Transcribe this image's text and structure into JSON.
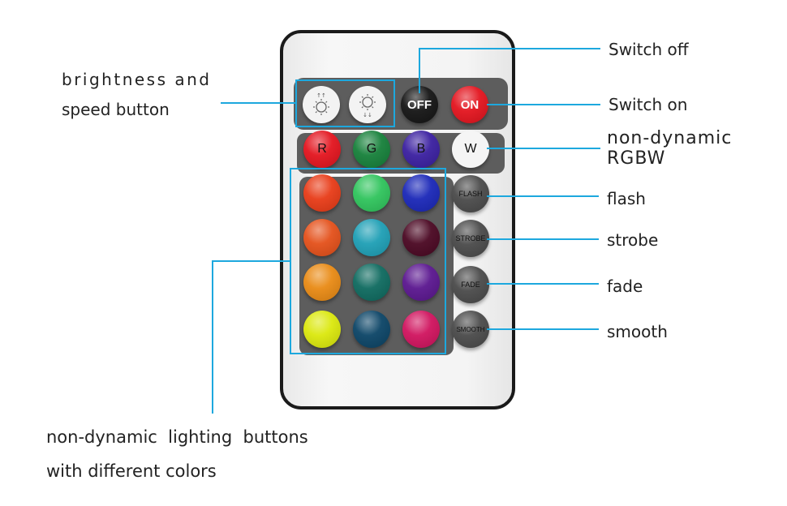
{
  "annotations": {
    "brightness_line1": "brightness and",
    "brightness_line2": "speed button",
    "switch_off": "Switch off",
    "switch_on": "Switch on",
    "rgbw_line1": "non-dynamic",
    "rgbw_line2": "RGBW",
    "flash": "flash",
    "strobe": "strobe",
    "fade": "fade",
    "smooth": "smooth",
    "lighting_line1": "non-dynamic  lighting  buttons",
    "lighting_line2": "with different colors"
  },
  "remote": {
    "power": {
      "off_label": "OFF",
      "on_label": "ON"
    },
    "rgbw": [
      {
        "label": "R",
        "color": "#e3141e"
      },
      {
        "label": "G",
        "color": "#16803a"
      },
      {
        "label": "B",
        "color": "#3a1fa0"
      },
      {
        "label": "W",
        "color": "#f5f5f5"
      }
    ],
    "modes": [
      "FLASH",
      "STROBE",
      "FADE",
      "SMOOTH"
    ],
    "color_grid": [
      [
        "#e83b17",
        "#2fc45c",
        "#1a27b8"
      ],
      [
        "#e4501a",
        "#1e9fb5",
        "#4a0722"
      ],
      [
        "#e98a14",
        "#0e6a5f",
        "#5a168f"
      ],
      [
        "#dbe80c",
        "#0b4466",
        "#d0135e"
      ]
    ],
    "accent_color": "#1da8de"
  }
}
